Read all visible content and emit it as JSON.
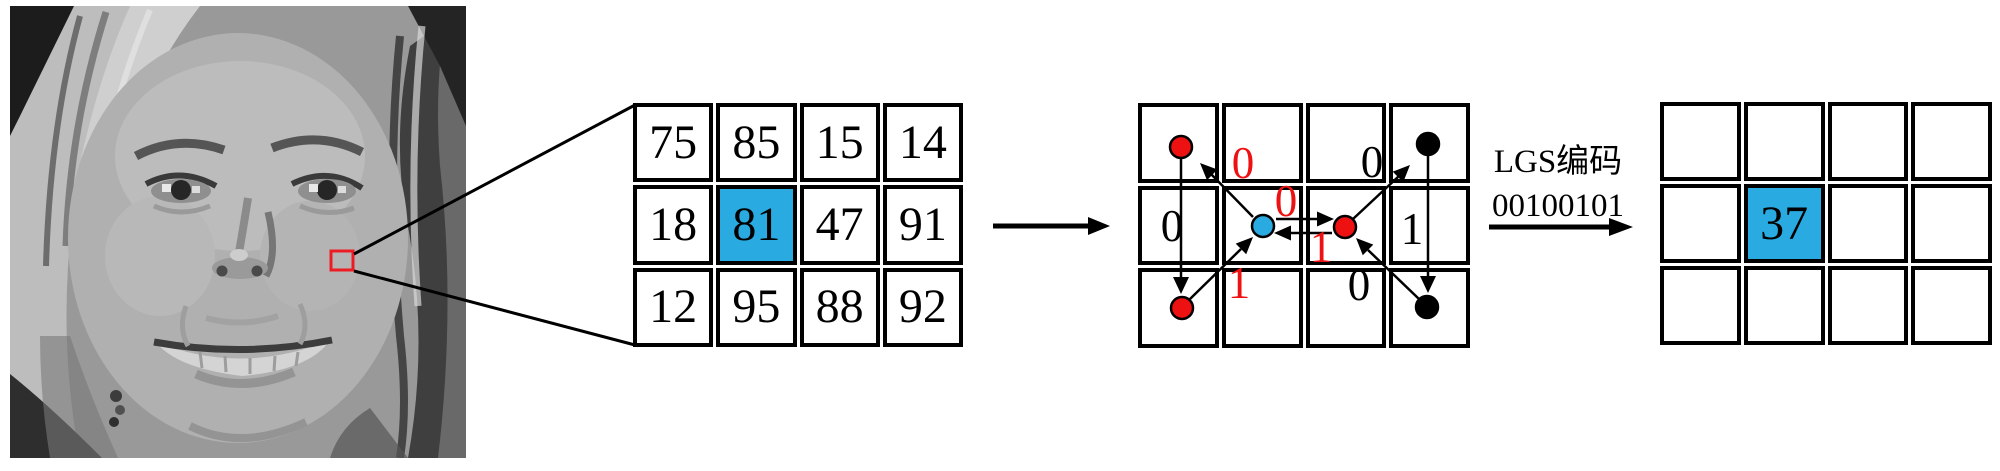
{
  "figure": {
    "face_panel": {
      "marker_color": "#ED1C24",
      "image_kind": "grayscale-face-photo"
    },
    "input_grid": {
      "rows": [
        [
          "75",
          "85",
          "15",
          "14"
        ],
        [
          "18",
          "81",
          "47",
          "91"
        ],
        [
          "12",
          "95",
          "88",
          "92"
        ]
      ],
      "highlight": {
        "row": 1,
        "col": 1,
        "value": "81",
        "color": "#29ABE2"
      }
    },
    "graph": {
      "node_colors": {
        "center": "#29ABE2",
        "red": "#EE1111",
        "black": "#000000"
      },
      "labels": {
        "upper_left": {
          "text": "0",
          "color": "#EE1111"
        },
        "upper_right": {
          "text": "0",
          "color": "#000000"
        },
        "center_top": {
          "text": "0",
          "color": "#EE1111"
        },
        "mid_left": {
          "text": "0",
          "color": "#000000"
        },
        "mid_right": {
          "text": "1",
          "color": "#000000"
        },
        "center_bottom": {
          "text": "1",
          "color": "#EE1111"
        },
        "lower_left": {
          "text": "1",
          "color": "#EE1111"
        },
        "lower_right": {
          "text": "0",
          "color": "#000000"
        }
      }
    },
    "encoding": {
      "title": "LGS编码",
      "code": "00100101"
    },
    "output_grid": {
      "rows": [
        [
          "",
          "",
          "",
          ""
        ],
        [
          "",
          "37",
          "",
          ""
        ],
        [
          "",
          "",
          "",
          ""
        ]
      ],
      "highlight": {
        "row": 1,
        "col": 1,
        "value": "37",
        "color": "#29ABE2"
      }
    }
  }
}
